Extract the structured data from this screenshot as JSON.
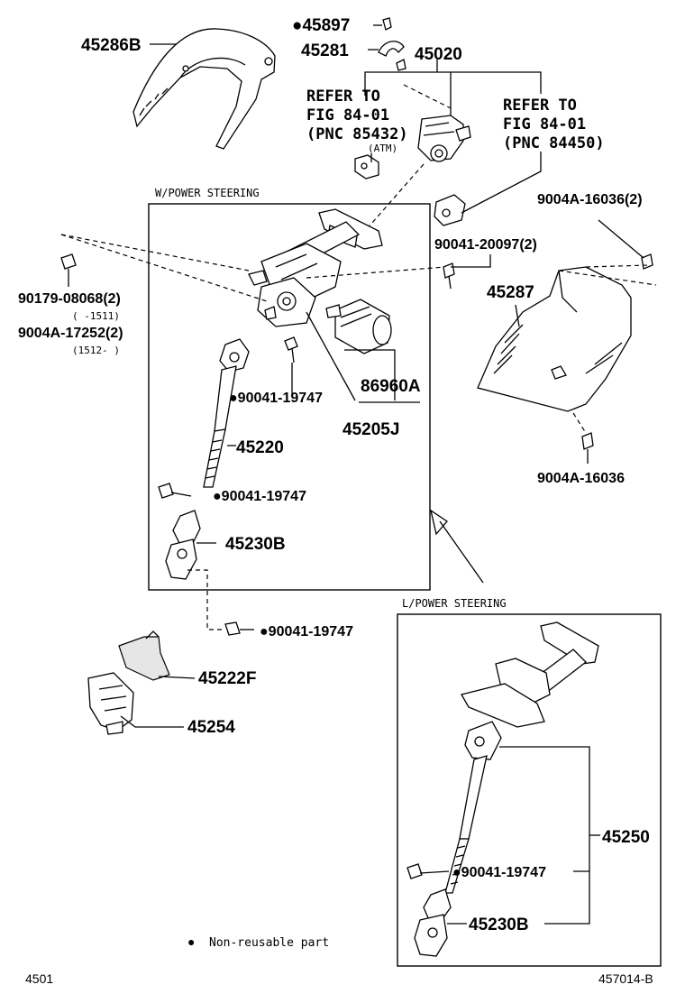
{
  "labels": {
    "p45897": "●45897",
    "p45281": "45281",
    "p45020": "45020",
    "p45286B": "45286B",
    "refer_a_1": "REFER TO",
    "refer_a_2": "FIG 84-01",
    "refer_a_3": "(PNC 85432)",
    "refer_a_note": "(ATM)",
    "refer_b_1": "REFER TO",
    "refer_b_2": "FIG 84-01",
    "refer_b_3": "(PNC 84450)",
    "p9004A_16036_2": "9004A-16036(2)",
    "p90041_20097_2": "90041-20097(2)",
    "p45287": "45287",
    "p90179_08068_2": "90179-08068(2)",
    "p90179_range": "(      -1511)",
    "p9004A_17252_2": "9004A-17252(2)",
    "p9004A_range": "(1512-      )",
    "p90041_19747_a": "●90041-19747",
    "p86960A": "86960A",
    "p45205J": "45205J",
    "p45220": "45220",
    "p90041_19747_b": "●90041-19747",
    "p45230B_a": "45230B",
    "p90041_19747_c": "●90041-19747",
    "p45222F": "45222F",
    "p45254": "45254",
    "p9004A_16036": "9004A-16036",
    "p45250": "45250",
    "p90041_19747_d": "●90041-19747",
    "p45230B_b": "45230B"
  },
  "captions": {
    "w_power": "W/POWER STEERING",
    "l_power": "L/POWER STEERING"
  },
  "legend": {
    "marker": "●",
    "text": "Non-reusable part"
  },
  "footer": {
    "left": "4501",
    "right": "457014-B"
  }
}
